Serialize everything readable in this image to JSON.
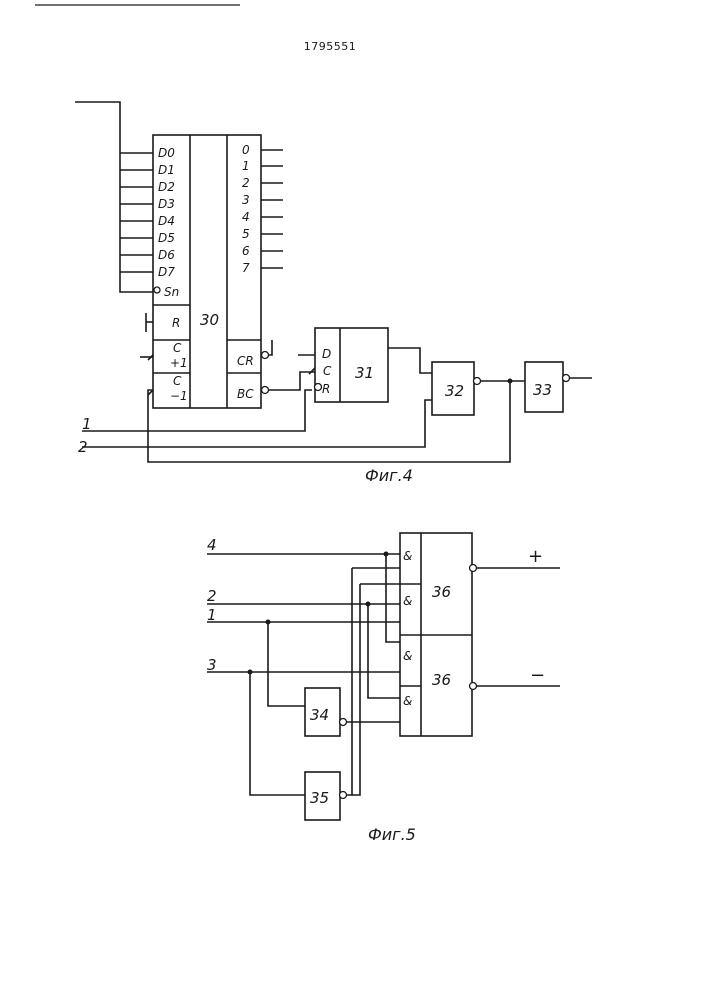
{
  "doc_number": "1795551",
  "fig4": {
    "caption": "Фиг.4",
    "counter": {
      "id": "30",
      "data_inputs": [
        "D0",
        "D1",
        "D2",
        "D3",
        "D4",
        "D5",
        "D6",
        "D7"
      ],
      "sn": "Sn",
      "r": "R",
      "c_up": "C\n+1",
      "c_up_top": "C",
      "c_up_bot": "+1",
      "c_dn_top": "C",
      "c_dn_bot": "−1",
      "cr": "CR",
      "bc": "BC",
      "outputs": [
        "0",
        "1",
        "2",
        "3",
        "4",
        "5",
        "6",
        "7"
      ]
    },
    "trigger": {
      "id": "31",
      "d": "D",
      "c": "C",
      "r": "R"
    },
    "gate32": "32",
    "gate33": "33",
    "line_labels": [
      "1",
      "2"
    ]
  },
  "fig5": {
    "caption": "Фиг.5",
    "line_labels": [
      "4",
      "2",
      "1",
      "3"
    ],
    "gate_and": "&",
    "block_plus": "36",
    "block_minus": "36",
    "inv34": "34",
    "inv35": "35",
    "out_plus": "+",
    "out_minus": "−"
  }
}
